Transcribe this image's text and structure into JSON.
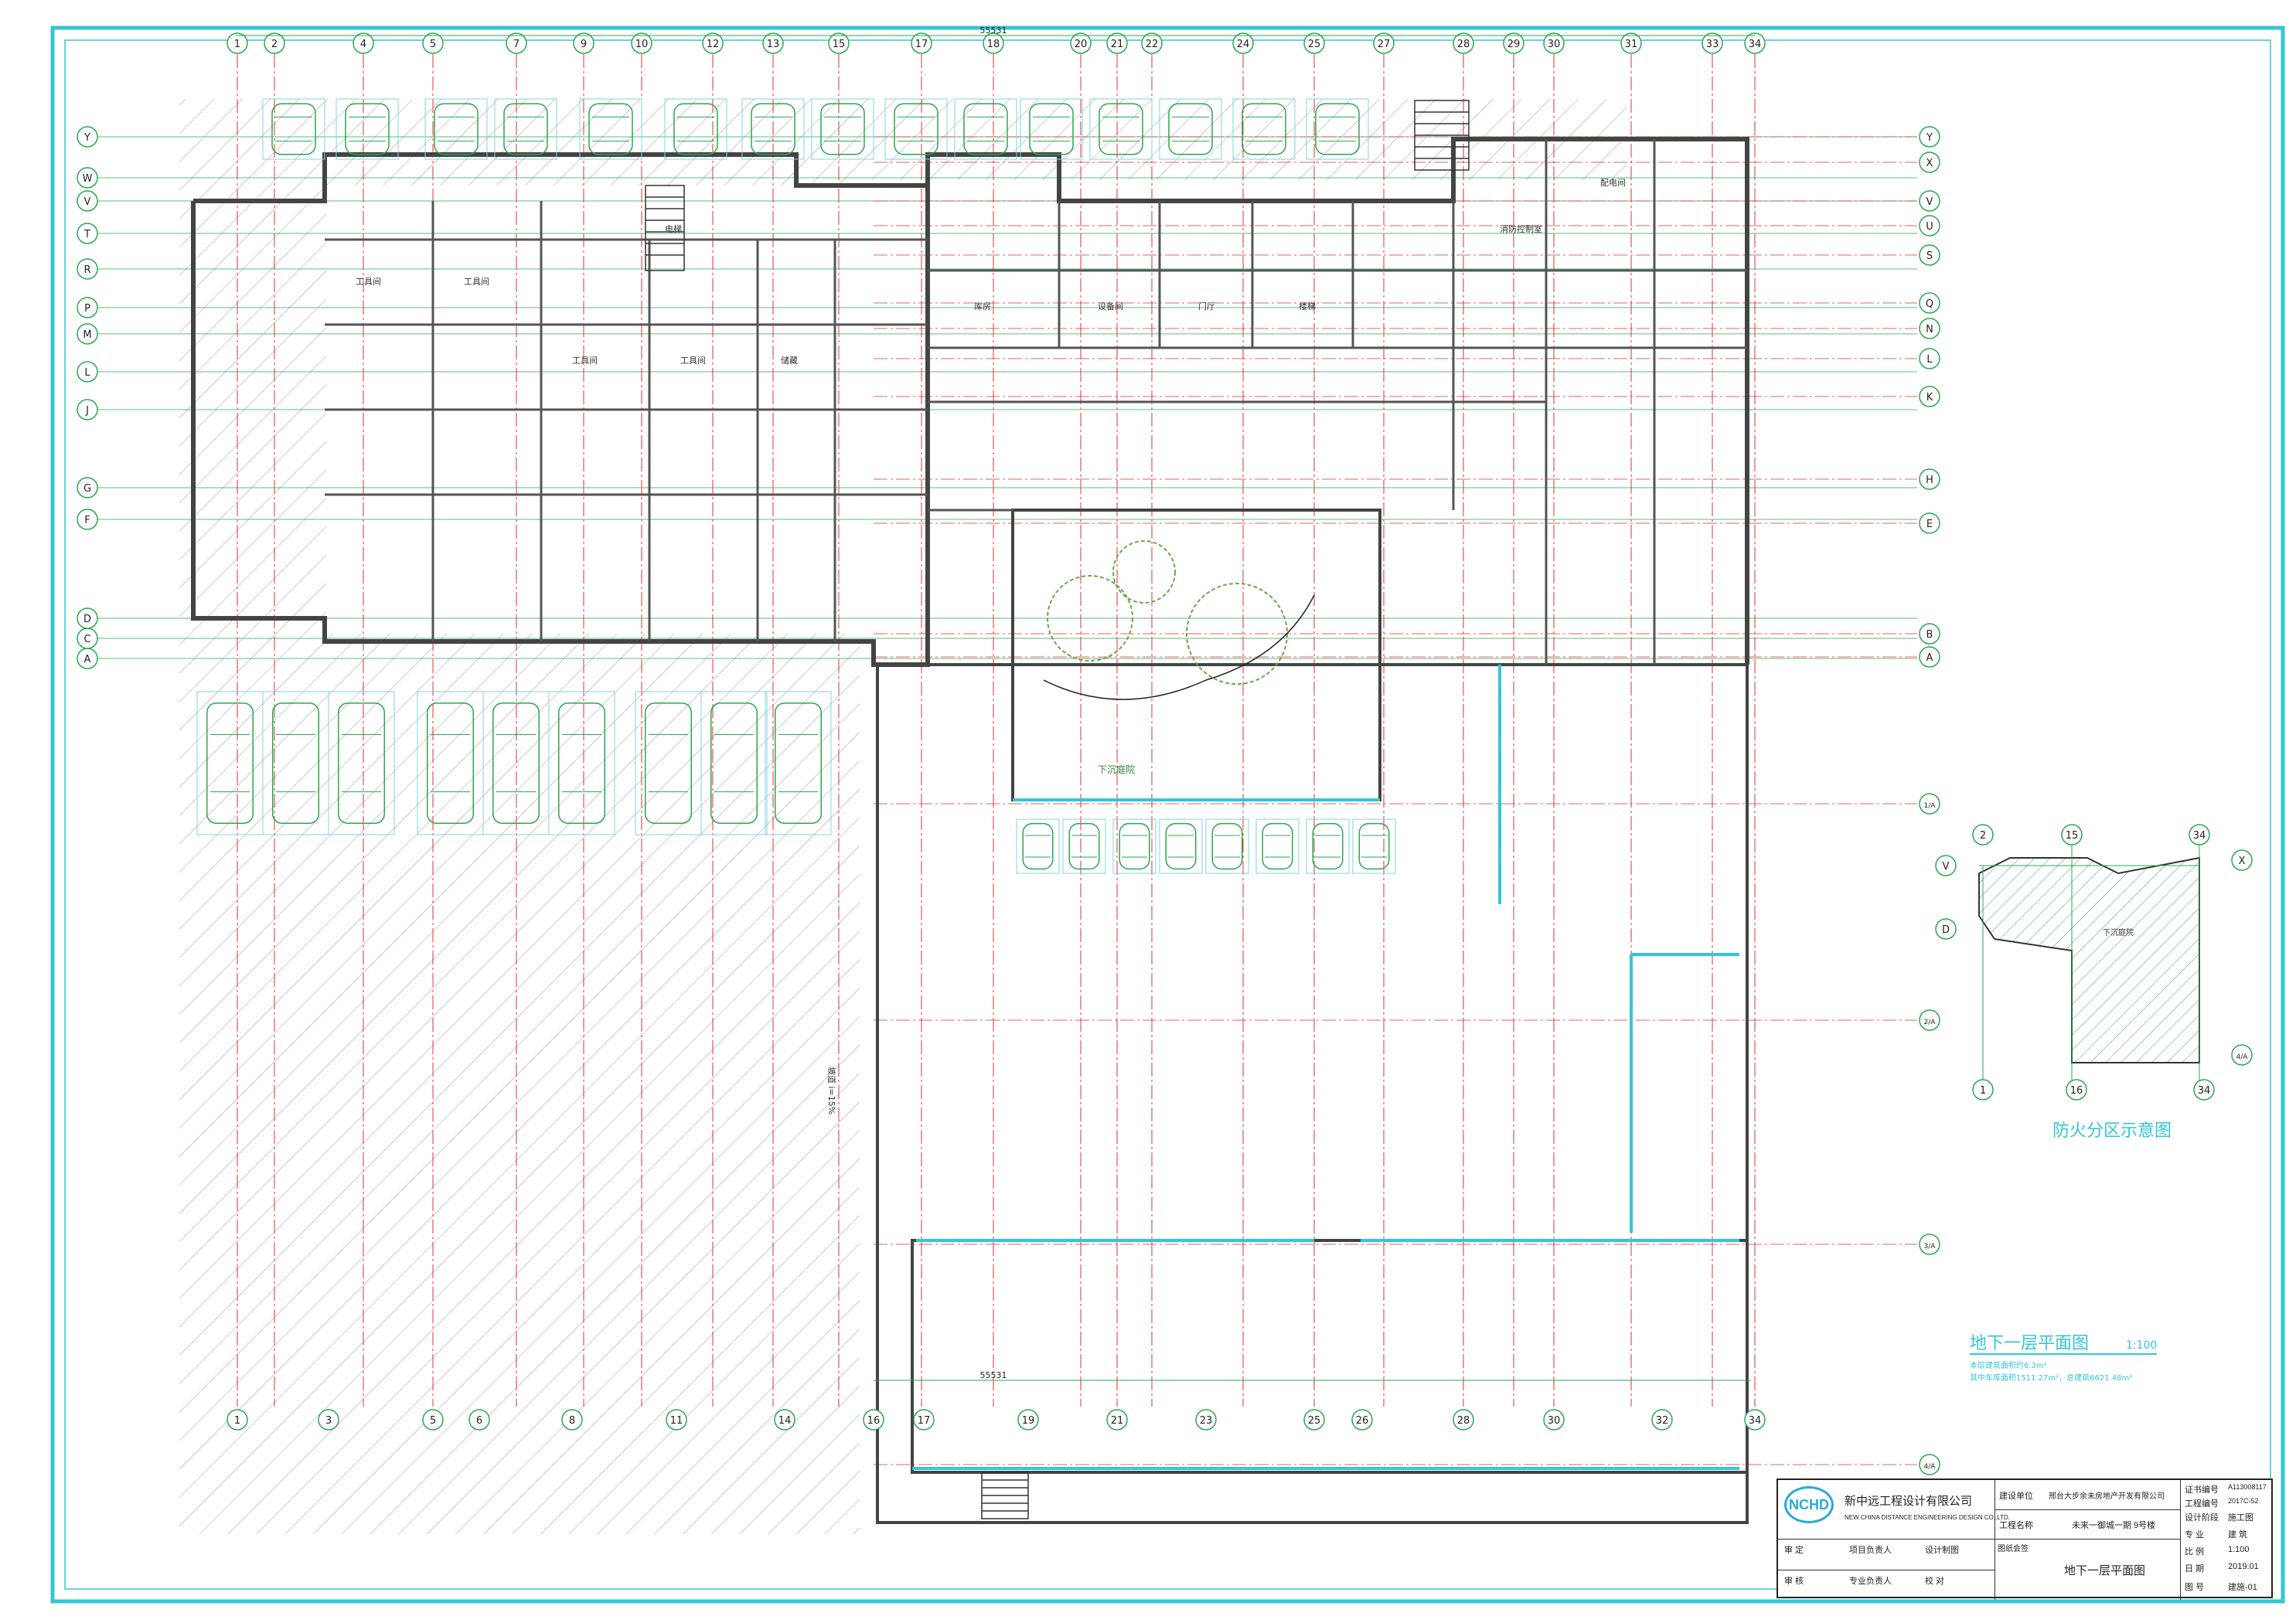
{
  "drawing": {
    "title": "地下一层平面图",
    "scale": "1:100",
    "area_notes": [
      "本层建筑面积约6.3m²",
      "其中车库面积1511.27m²，总建筑6621.48m²"
    ],
    "col_labels_top": [
      "1",
      "2",
      "4",
      "5",
      "7",
      "9",
      "10",
      "12",
      "13",
      "15",
      "17",
      "18",
      "20",
      "21",
      "22",
      "24",
      "25",
      "27",
      "28",
      "29",
      "30",
      "31",
      "33",
      "34"
    ],
    "col_labels_bottom": [
      "1",
      "3",
      "5",
      "6",
      "8",
      "11",
      "14",
      "16",
      "17",
      "19",
      "21",
      "23",
      "25",
      "26",
      "28",
      "30",
      "32",
      "34"
    ],
    "row_labels_left": [
      "Y",
      "W",
      "V",
      "T",
      "R",
      "P",
      "M",
      "L",
      "J",
      "G",
      "F",
      "D",
      "C",
      "A"
    ],
    "row_labels_right": [
      "Y",
      "X",
      "V",
      "U",
      "S",
      "Q",
      "N",
      "L",
      "K",
      "H",
      "E",
      "B",
      "A",
      "1/A",
      "2/A",
      "3/A",
      "4/A"
    ],
    "overall_dim": "55531",
    "room_labels": [
      "工具间",
      "工具间",
      "工具间",
      "工具间",
      "储藏",
      "库房",
      "设备间",
      "门厅",
      "楼梯",
      "电梯",
      "消防控制室",
      "配电间"
    ],
    "court_label": "下沉庭院",
    "ramp_label": "坡道 i=15%"
  },
  "fire_zone": {
    "title": "防火分区示意图",
    "labels_top": [
      "2",
      "15",
      "34"
    ],
    "labels_side": [
      "V",
      "X",
      "D",
      "4/A"
    ],
    "labels_bottom": [
      "1",
      "16",
      "34"
    ],
    "zone_label": "下沉庭院"
  },
  "title_block": {
    "company_cn": "新中远工程设计有限公司",
    "company_en": "NEW CHINA DISTANCE ENGINEERING DESIGN CO.,LTD.",
    "logo_text": "NCHD",
    "client_label": "建设单位",
    "client": "邢台大步余未房地产开发有限公司",
    "project_label": "工程名称",
    "project": "未来一御城一期 9号楼",
    "drawing_title": "地下一层平面图",
    "cert_label": "证书编号",
    "cert": "A113008117",
    "job_label": "工程编号",
    "job": "2017C-52",
    "stage_label": "设计阶段",
    "stage": "施工图",
    "discipline_label": "专 业",
    "discipline": "建 筑",
    "scale_label": "比 例",
    "scale": "1:100",
    "date_label": "日 期",
    "date": "2019.01",
    "sheet_label": "图 号",
    "sheet": "建施-01",
    "roles": [
      "审 定",
      "审 核",
      "项目负责人",
      "专业负责人",
      "设计制图",
      "校 对"
    ],
    "stamp_label": "图纸会签"
  }
}
